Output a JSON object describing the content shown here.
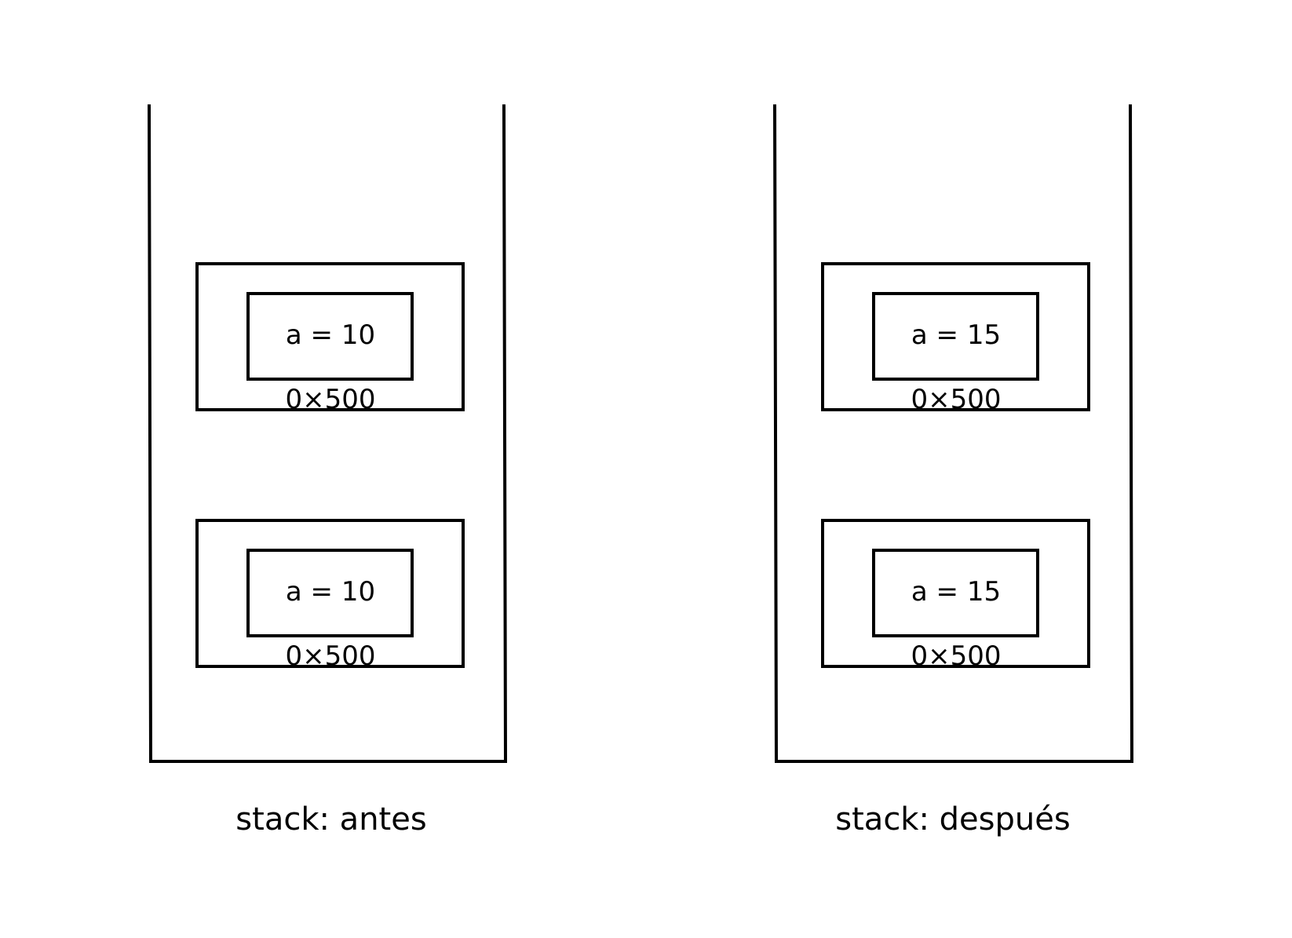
{
  "stacks": [
    {
      "caption": "stack: antes",
      "frames": [
        {
          "value": "a = 10",
          "address": "0×500"
        },
        {
          "value": "a = 10",
          "address": "0×500"
        }
      ]
    },
    {
      "caption": "stack: después",
      "frames": [
        {
          "value": "a = 15",
          "address": "0×500"
        },
        {
          "value": "a = 15",
          "address": "0×500"
        }
      ]
    }
  ],
  "colors": {
    "line": "#000000",
    "background": "#ffffff"
  }
}
